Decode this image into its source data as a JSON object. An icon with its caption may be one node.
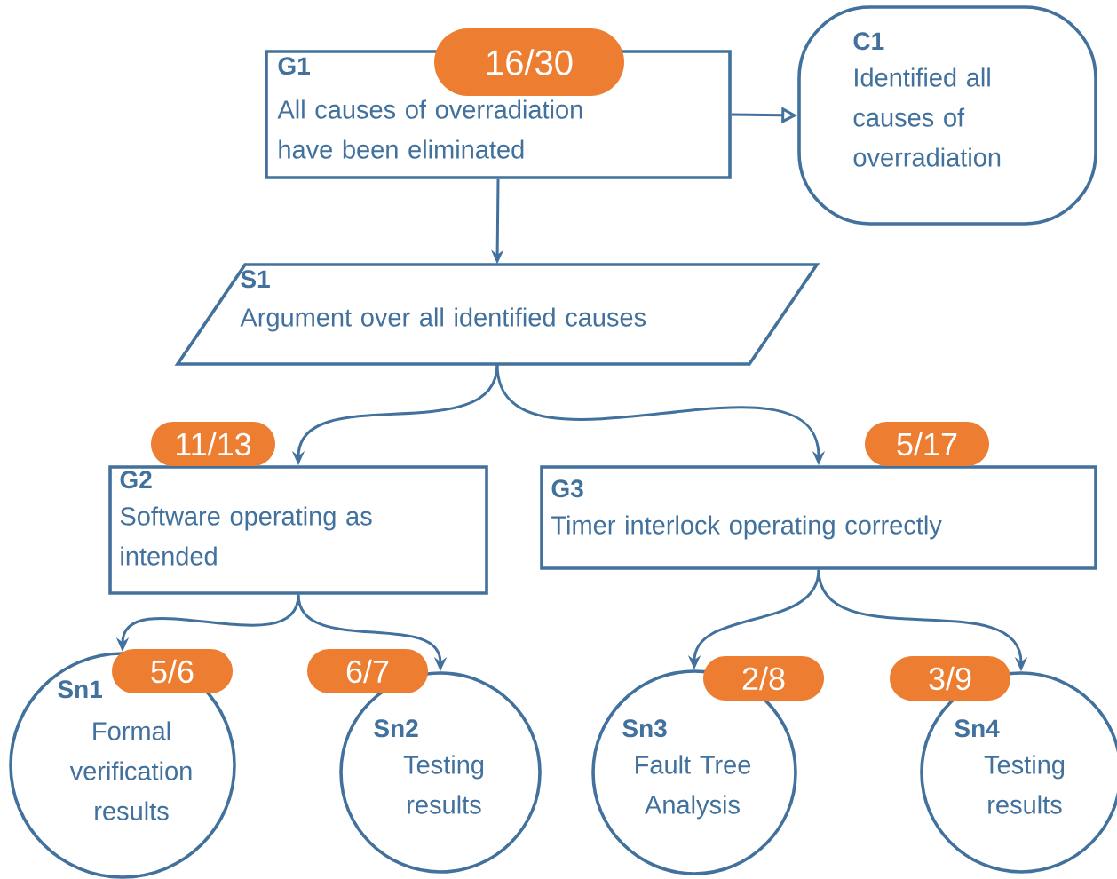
{
  "diagram": {
    "nodes": [
      {
        "text": [
          "G1",
          "All causes of overradiation have been eliminated"
        ]
      },
      {
        "text": [
          "C1",
          "Identified all causes of overradiation"
        ]
      },
      {
        "text": [
          "S1",
          "Argument over all identified causes"
        ]
      },
      {
        "text": [
          "G2",
          "Software operating as intended"
        ]
      },
      {
        "text": [
          "G3",
          "Timer interlock operating correctly"
        ]
      },
      {
        "text": [
          "Sn1",
          "Formal verification results"
        ]
      },
      {
        "text": [
          "Sn2",
          "Testing results"
        ]
      },
      {
        "text": [
          "Sn3",
          "Fault Tree Analysis"
        ]
      },
      {
        "text": [
          "Sn4",
          "Testing results"
        ]
      },
      {
        "text": [
          "16/30"
        ]
      },
      {
        "text": [
          "11/13"
        ]
      },
      {
        "text": [
          "5/17"
        ]
      },
      {
        "text": [
          "5/6"
        ]
      },
      {
        "text": [
          "6/7"
        ]
      },
      {
        "text": [
          "2/8"
        ]
      },
      {
        "text": [
          "3/9"
        ]
      }
    ],
    "edges": [
      {
        "from": 0,
        "to": 1,
        "arrow": "to"
      },
      {
        "from": 0,
        "to": 2,
        "arrow": "to"
      },
      {
        "from": 2,
        "to": 3,
        "arrow": "to"
      },
      {
        "from": 2,
        "to": 4,
        "arrow": "to"
      },
      {
        "from": 3,
        "to": 5,
        "arrow": "to"
      },
      {
        "from": 3,
        "to": 6,
        "arrow": "to"
      },
      {
        "from": 4,
        "to": 7,
        "arrow": "to"
      },
      {
        "from": 4,
        "to": 8,
        "arrow": "to"
      }
    ]
  }
}
